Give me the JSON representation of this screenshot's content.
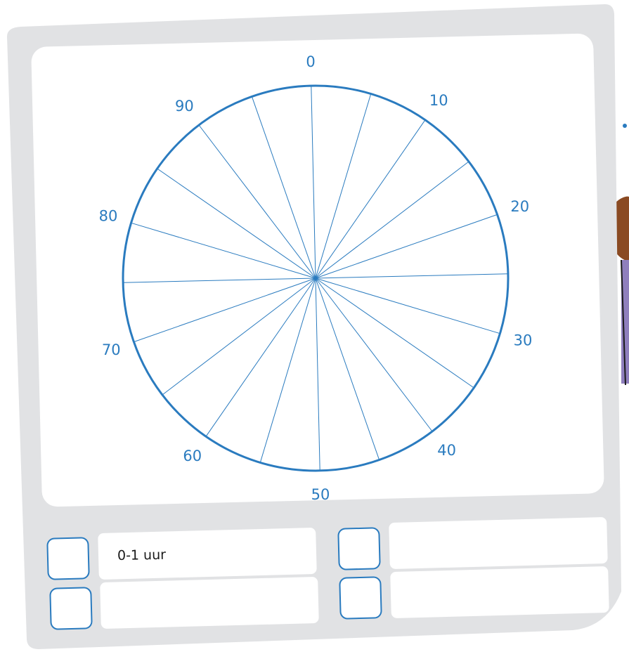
{
  "colors": {
    "outer_card": "#e1e2e4",
    "inner_card": "#ffffff",
    "accent_blue": "#2a7bbf",
    "character_purple": "#8f7fbd",
    "character_hair": "#8a4a22"
  },
  "pie_chart": {
    "tick_labels": [
      "0",
      "10",
      "20",
      "30",
      "40",
      "50",
      "60",
      "70",
      "80",
      "90"
    ],
    "segment_count": 20
  },
  "legend": {
    "items": [
      {
        "label": "0-1 uur"
      },
      {
        "label": ""
      },
      {
        "label": ""
      },
      {
        "label": ""
      }
    ]
  }
}
